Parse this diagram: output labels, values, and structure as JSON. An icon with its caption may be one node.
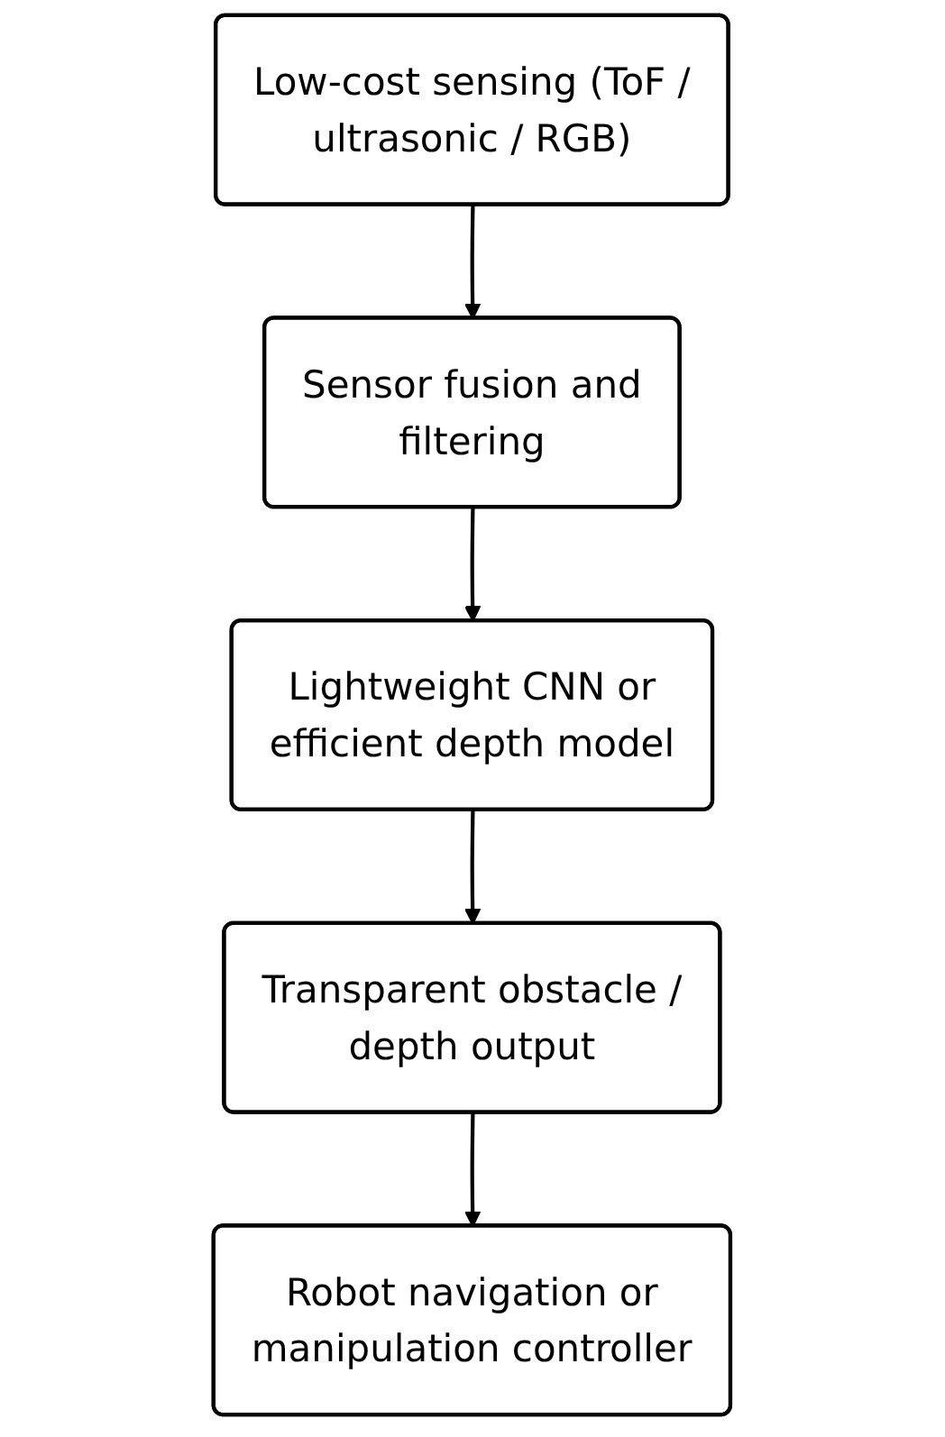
{
  "diagram": {
    "nodes": [
      {
        "text": [
          "Low-cost sensing (ToF / ultrasonic / RGB)"
        ]
      },
      {
        "text": [
          "Sensor fusion and filtering"
        ]
      },
      {
        "text": [
          "Lightweight CNN or efficient depth model"
        ]
      },
      {
        "text": [
          "Transparent obstacle / depth output"
        ]
      },
      {
        "text": [
          "Robot navigation or manipulation controller"
        ]
      }
    ],
    "edges": [
      {
        "from": 0,
        "to": 1,
        "arrow": "to"
      },
      {
        "from": 1,
        "to": 2,
        "arrow": "to"
      },
      {
        "from": 2,
        "to": 3,
        "arrow": "to"
      },
      {
        "from": 3,
        "to": 4,
        "arrow": "to"
      }
    ]
  }
}
